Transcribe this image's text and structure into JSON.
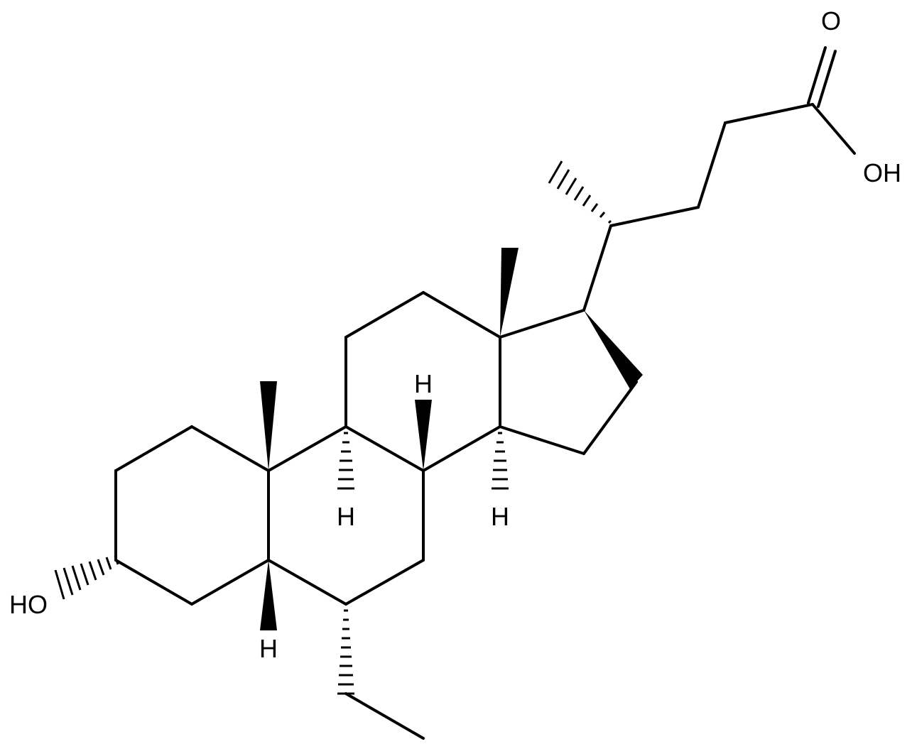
{
  "molecule": {
    "atom_labels": {
      "carbonyl_oxygen": "O",
      "hydroxyl_acid": "OH",
      "hydroxyl_3": "HO",
      "h_9": "H",
      "h_8": "H",
      "h_14": "H",
      "h_5": "H"
    }
  },
  "colors": {
    "bond": "#000000",
    "background": "#ffffff"
  }
}
